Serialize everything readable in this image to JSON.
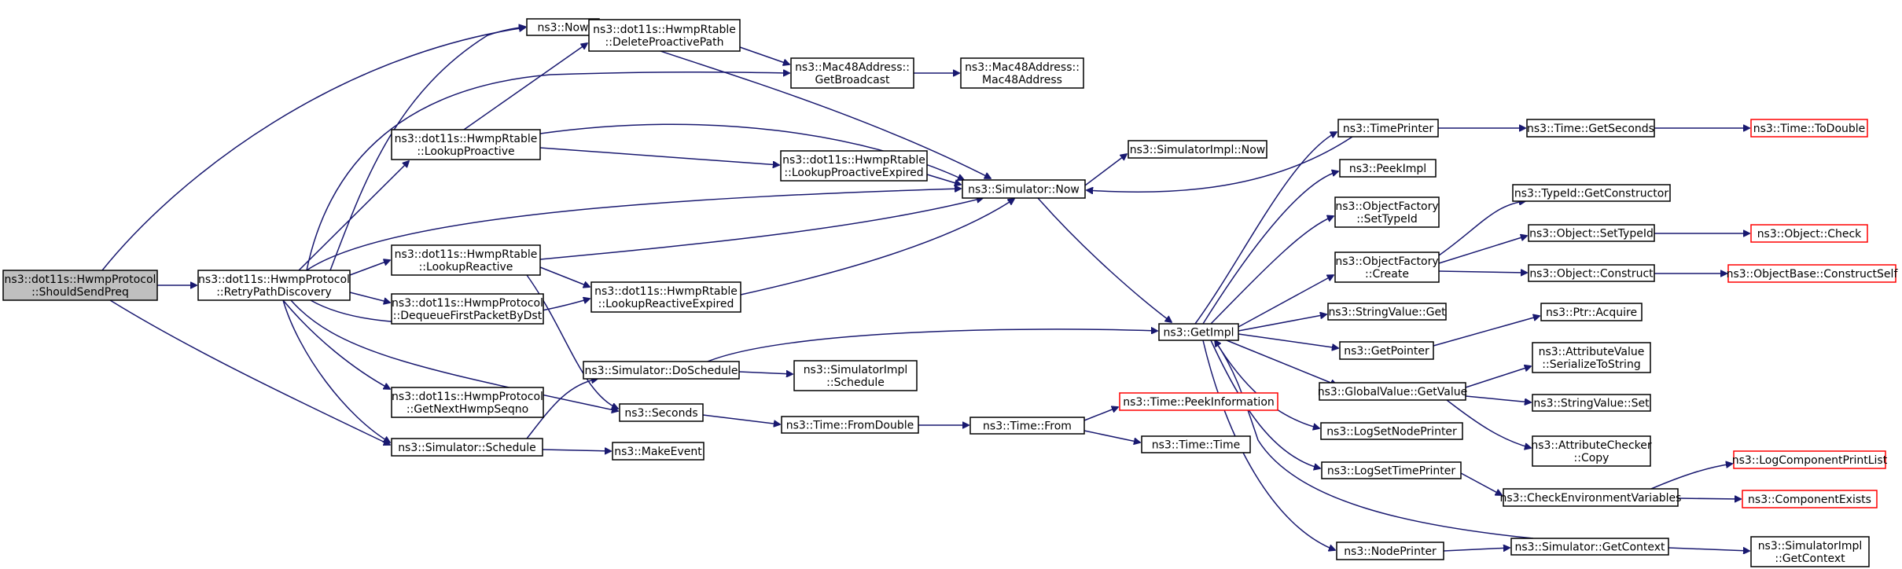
{
  "colors": {
    "edge": "#191970",
    "root_fill": "#bfbfbf",
    "box_border": "#000000",
    "undocumented_border": "#ff0000",
    "background": "#ffffff"
  },
  "nodes": {
    "n_should": {
      "lines": [
        "ns3::dot11s::HwmpProtocol",
        "::ShouldSendPreq"
      ],
      "kind": "root"
    },
    "n_retry": {
      "lines": [
        "ns3::dot11s::HwmpProtocol",
        "::RetryPathDiscovery"
      ],
      "kind": "normal"
    },
    "n_now": {
      "lines": [
        "ns3::Now"
      ],
      "kind": "normal"
    },
    "n_delproact": {
      "lines": [
        "ns3::dot11s::HwmpRtable",
        "::DeleteProactivePath"
      ],
      "kind": "normal"
    },
    "n_getbcast": {
      "lines": [
        "ns3::Mac48Address::",
        "GetBroadcast"
      ],
      "kind": "normal"
    },
    "n_mac48": {
      "lines": [
        "ns3::Mac48Address::",
        "Mac48Address"
      ],
      "kind": "normal"
    },
    "n_lookproact": {
      "lines": [
        "ns3::dot11s::HwmpRtable",
        "::LookupProactive"
      ],
      "kind": "normal"
    },
    "n_lookproactexp": {
      "lines": [
        "ns3::dot11s::HwmpRtable",
        "::LookupProactiveExpired"
      ],
      "kind": "normal"
    },
    "n_simnow": {
      "lines": [
        "ns3::Simulator::Now"
      ],
      "kind": "normal"
    },
    "n_simimplnow": {
      "lines": [
        "ns3::SimulatorImpl::Now"
      ],
      "kind": "normal"
    },
    "n_lookreact": {
      "lines": [
        "ns3::dot11s::HwmpRtable",
        "::LookupReactive"
      ],
      "kind": "normal"
    },
    "n_lookreactexp": {
      "lines": [
        "ns3::dot11s::HwmpRtable",
        "::LookupReactiveExpired"
      ],
      "kind": "normal"
    },
    "n_dequeue": {
      "lines": [
        "ns3::dot11s::HwmpProtocol",
        "::DequeueFirstPacketByDst"
      ],
      "kind": "normal"
    },
    "n_getnext": {
      "lines": [
        "ns3::dot11s::HwmpProtocol",
        "::GetNextHwmpSeqno"
      ],
      "kind": "normal"
    },
    "n_simsched": {
      "lines": [
        "ns3::Simulator::Schedule"
      ],
      "kind": "normal"
    },
    "n_simdosched": {
      "lines": [
        "ns3::Simulator::DoSchedule"
      ],
      "kind": "normal"
    },
    "n_simimplsched": {
      "lines": [
        "ns3::SimulatorImpl",
        "::Schedule"
      ],
      "kind": "normal"
    },
    "n_seconds": {
      "lines": [
        "ns3::Seconds"
      ],
      "kind": "normal"
    },
    "n_makeevent": {
      "lines": [
        "ns3::MakeEvent"
      ],
      "kind": "normal"
    },
    "n_fromdouble": {
      "lines": [
        "ns3::Time::FromDouble"
      ],
      "kind": "normal"
    },
    "n_timefrom": {
      "lines": [
        "ns3::Time::From"
      ],
      "kind": "normal"
    },
    "n_peekinfo": {
      "lines": [
        "ns3::Time::PeekInformation"
      ],
      "kind": "undocumented"
    },
    "n_timetime": {
      "lines": [
        "ns3::Time::Time"
      ],
      "kind": "normal"
    },
    "n_getimpl": {
      "lines": [
        "ns3::GetImpl"
      ],
      "kind": "normal"
    },
    "n_timeprinter": {
      "lines": [
        "ns3::TimePrinter"
      ],
      "kind": "normal"
    },
    "n_getseconds": {
      "lines": [
        "ns3::Time::GetSeconds"
      ],
      "kind": "normal"
    },
    "n_todouble": {
      "lines": [
        "ns3::Time::ToDouble"
      ],
      "kind": "undocumented"
    },
    "n_peekimpl": {
      "lines": [
        "ns3::PeekImpl"
      ],
      "kind": "normal"
    },
    "n_ofsettype": {
      "lines": [
        "ns3::ObjectFactory",
        "::SetTypeId"
      ],
      "kind": "normal"
    },
    "n_ofcreate": {
      "lines": [
        "ns3::ObjectFactory",
        "::Create"
      ],
      "kind": "normal"
    },
    "n_typeidgetctor": {
      "lines": [
        "ns3::TypeId::GetConstructor"
      ],
      "kind": "normal"
    },
    "n_objsettype": {
      "lines": [
        "ns3::Object::SetTypeId"
      ],
      "kind": "normal"
    },
    "n_objcheck": {
      "lines": [
        "ns3::Object::Check"
      ],
      "kind": "undocumented"
    },
    "n_objconstruct": {
      "lines": [
        "ns3::Object::Construct"
      ],
      "kind": "normal"
    },
    "n_objbaseconstruct": {
      "lines": [
        "ns3::ObjectBase::ConstructSelf"
      ],
      "kind": "undocumented"
    },
    "n_strvalget": {
      "lines": [
        "ns3::StringValue::Get"
      ],
      "kind": "normal"
    },
    "n_getpointer": {
      "lines": [
        "ns3::GetPointer"
      ],
      "kind": "normal"
    },
    "n_ptracquire": {
      "lines": [
        "ns3::Ptr::Acquire"
      ],
      "kind": "normal"
    },
    "n_gvgetvalue": {
      "lines": [
        "ns3::GlobalValue::GetValue"
      ],
      "kind": "normal"
    },
    "n_attrser": {
      "lines": [
        "ns3::AttributeValue",
        "::SerializeToString"
      ],
      "kind": "normal"
    },
    "n_strvalset": {
      "lines": [
        "ns3::StringValue::Set"
      ],
      "kind": "normal"
    },
    "n_attrcheckcopy": {
      "lines": [
        "ns3::AttributeChecker",
        "::Copy"
      ],
      "kind": "normal"
    },
    "n_logsetnode": {
      "lines": [
        "ns3::LogSetNodePrinter"
      ],
      "kind": "normal"
    },
    "n_logsettime": {
      "lines": [
        "ns3::LogSetTimePrinter"
      ],
      "kind": "normal"
    },
    "n_checkenv": {
      "lines": [
        "ns3::CheckEnvironmentVariables"
      ],
      "kind": "normal"
    },
    "n_logcomplist": {
      "lines": [
        "ns3::LogComponentPrintList"
      ],
      "kind": "undocumented"
    },
    "n_compexists": {
      "lines": [
        "ns3::ComponentExists"
      ],
      "kind": "undocumented"
    },
    "n_nodeprinter": {
      "lines": [
        "ns3::NodePrinter"
      ],
      "kind": "normal"
    },
    "n_simgetctx": {
      "lines": [
        "ns3::Simulator::GetContext"
      ],
      "kind": "normal"
    },
    "n_simimplgetctx": {
      "lines": [
        "ns3::SimulatorImpl",
        "::GetContext"
      ],
      "kind": "normal"
    }
  }
}
